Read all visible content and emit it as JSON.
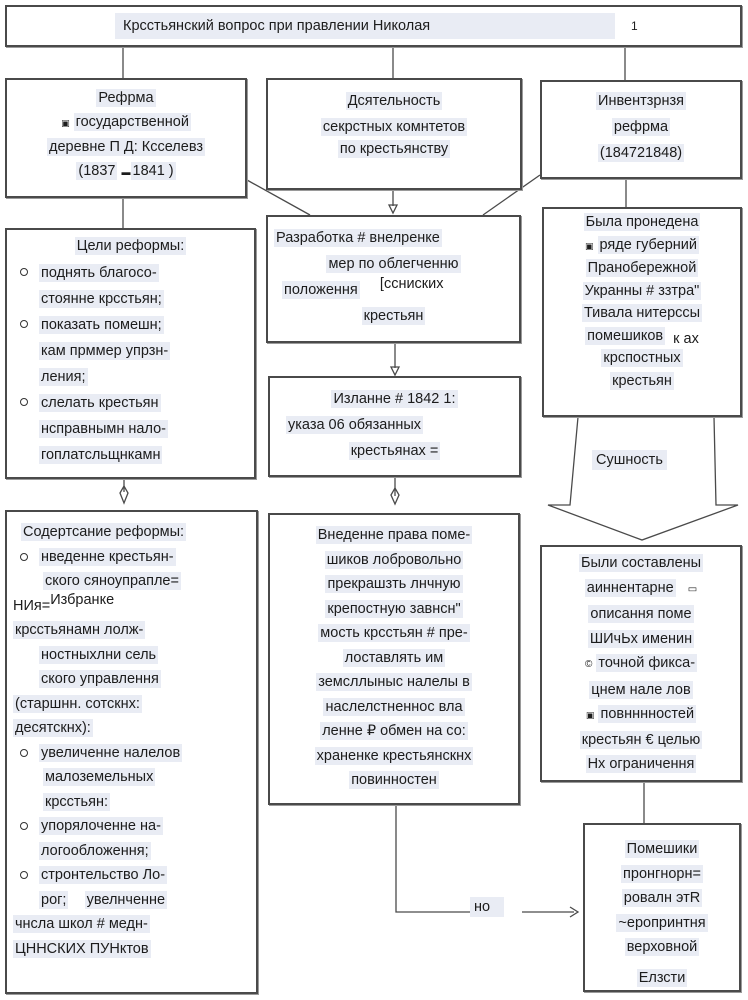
{
  "title": {
    "text": "Крсстьянский вопрос при правлении Николая",
    "mark": "1"
  },
  "col1": {
    "reform": [
      "Рефрма",
      "государственной",
      "деревне П Д: Ксселевз",
      "(1837",
      "1841 )"
    ],
    "goals_title": "Цели реформы:",
    "goals": [
      [
        "поднять благосо-",
        "стоянне крсстьян;"
      ],
      [
        "показать помешн;",
        "кам прммер упрзн-",
        "ления;"
      ],
      [
        "слелать крестьян",
        "нсправнымн нало-",
        "гоплатсльщнкамн"
      ]
    ],
    "content_title": "Содертсание реформы:",
    "content": [
      [
        "нведенне крестьян-",
        "ского сяноупрапле=",
        "НИя=",
        "Избранке",
        "крсстьянамн лолж-",
        "ностныхлни сель",
        "ского управлення",
        "(старшнн. сотскнх:",
        "десятскнх):"
      ],
      [
        "увеличенне налелов",
        "малоземельных",
        "крсстьян:"
      ],
      [
        "упорялоченне на-",
        "логообложення;"
      ],
      [
        "стронтельство Ло-",
        "рог;",
        "увелнченне",
        "чнсла школ # медн-",
        "ЦННСКИХ ПУНктов"
      ]
    ]
  },
  "col2": {
    "committees": [
      "Дсятельность",
      "секрстных комнтетов",
      "по крестьянству"
    ],
    "development": [
      "Разработка # внелренке",
      "мер по облегченню",
      "положення",
      "[ссниских",
      "крестьян"
    ],
    "decree": [
      "Изланне # 1842 1:",
      "указа  06 обязанных",
      "крестьянах ="
    ],
    "right": [
      "Внеденне права поме-",
      "шиков лобровольно",
      "прекрашзть лнчную",
      "крепостную завнсн\"",
      "мость крсстьян # пре-",
      "лоставлять им",
      "земсллыныс налелы в",
      "наслелстненнос вла",
      "ленне ₽ обмен на со:",
      "храненке крестьянскнх",
      "повинностен"
    ]
  },
  "col3": {
    "inventory": [
      "Инвентзрнзя",
      "рефрма",
      "(184721848)"
    ],
    "conducted": [
      "Была пронедена",
      "ряде губерний",
      "Пранобережной",
      "Укранны # ззтра\"",
      "Тивала нитерссы",
      "помешиков",
      "к ах",
      "крспостных",
      "крестьян"
    ],
    "essence_label": "Сушность",
    "compiled": [
      "Были составлены",
      "аиннентарне",
      "описання поме",
      "ШИчЬх именин",
      "точной фикса-",
      "цнем нале лов",
      "повнннностей",
      "крестьян € целью",
      "Нх ограничення"
    ],
    "landlords": [
      "Помешики",
      "пронгнорн=",
      "ровалн этR",
      "~еропринтня",
      "верховной",
      "Елзсти"
    ]
  },
  "connector_label": "но",
  "colors": {
    "border": "#4a4a4a",
    "highlight": "#e9ecf4",
    "text": "#1c1c1c"
  }
}
